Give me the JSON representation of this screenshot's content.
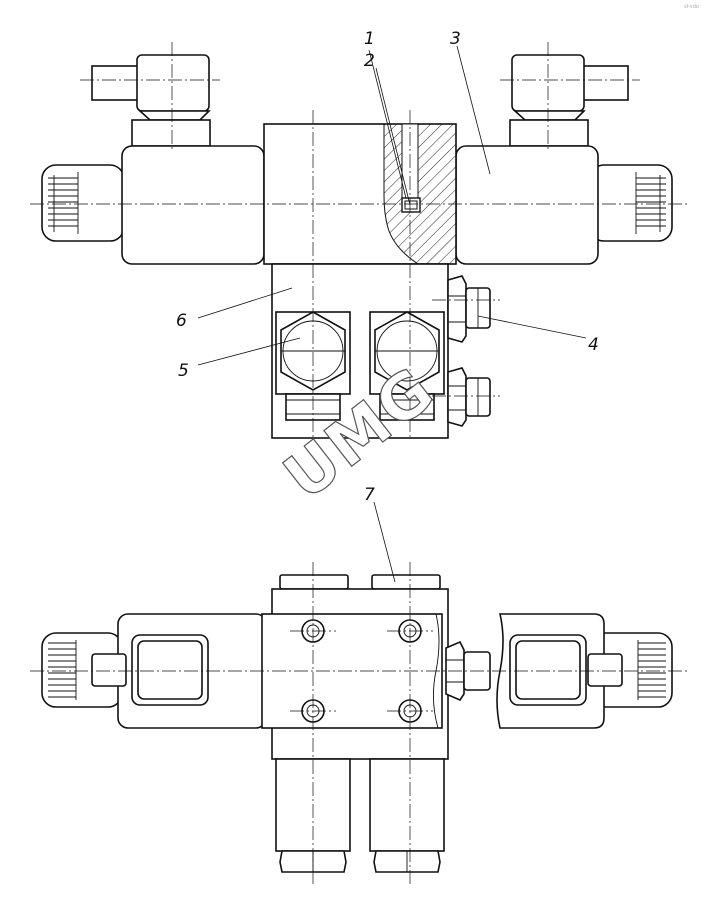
{
  "corner_mark": "sf-vdo",
  "watermark": {
    "text": "UMG"
  },
  "callouts": [
    {
      "id": "1",
      "text": "1"
    },
    {
      "id": "2",
      "text": "2"
    },
    {
      "id": "3",
      "text": "3"
    },
    {
      "id": "4",
      "text": "4"
    },
    {
      "id": "5",
      "text": "5"
    },
    {
      "id": "6",
      "text": "6"
    },
    {
      "id": "7",
      "text": "7"
    }
  ]
}
